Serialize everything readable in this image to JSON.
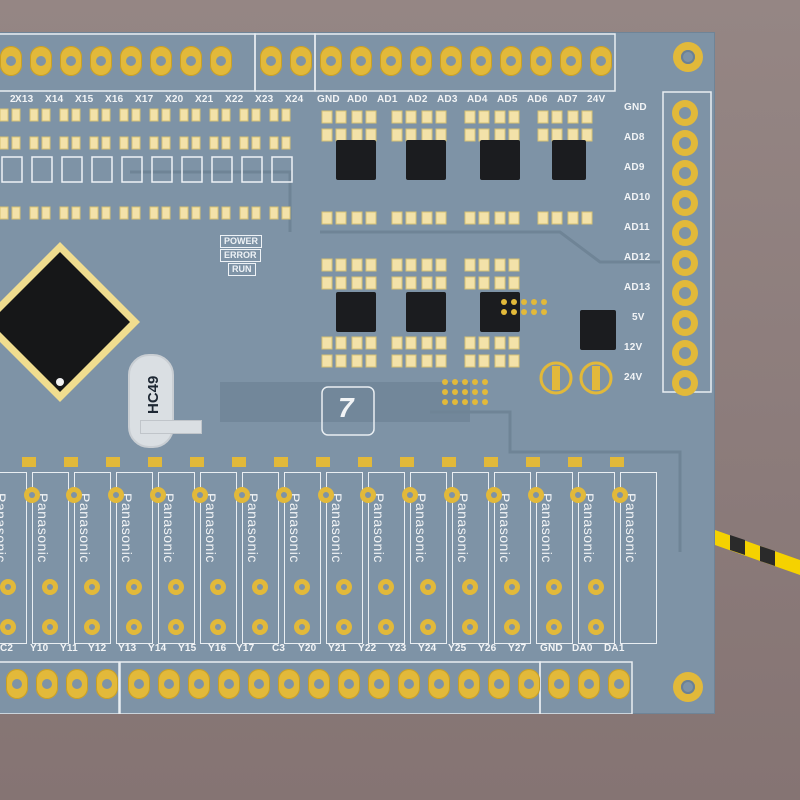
{
  "board": {
    "top_header_labels": [
      "2",
      "X13",
      "X14",
      "X15",
      "X16",
      "X17",
      "X20",
      "X21",
      "X22",
      "X23",
      "X24",
      "GND",
      "AD0",
      "AD1",
      "AD2",
      "AD3",
      "AD4",
      "AD5",
      "AD6",
      "AD7",
      "24V"
    ],
    "right_header_labels": [
      "GND",
      "AD8",
      "AD9",
      "AD10",
      "AD11",
      "AD12",
      "AD13",
      "5V",
      "12V",
      "24V"
    ],
    "status_labels": [
      "POWER",
      "ERROR",
      "RUN"
    ],
    "crystal_label": "HC49",
    "relay_brand": "Panasonic",
    "bottom_header_labels": [
      "C2",
      "Y10",
      "Y11",
      "Y12",
      "Y13",
      "Y14",
      "Y15",
      "Y16",
      "Y17",
      "C3",
      "Y20",
      "Y21",
      "Y22",
      "Y23",
      "Y24",
      "Y25",
      "Y26",
      "Y27",
      "GND",
      "DA0",
      "DA1"
    ],
    "logo_glyph": "7"
  },
  "colors": {
    "pcb": "#7e93a6",
    "pad": "#e2b93a",
    "silkscreen": "#f2f4f6",
    "background": "#8e7e7d",
    "warning_stripe": "#f5d200"
  }
}
